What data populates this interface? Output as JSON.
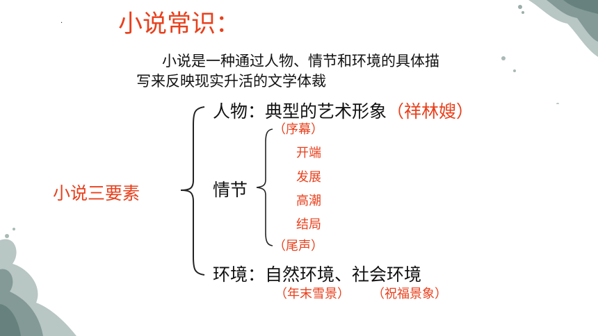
{
  "colors": {
    "accent": "#e8401c",
    "ink": "#6f8b86"
  },
  "title": "小说常识：",
  "bullet": "·",
  "definition": {
    "line1": "小说是一种通过人物、情节和环境的具体描",
    "line2": "写来反映现实升活的文学体裁"
  },
  "main_label": "小说三要素",
  "character": {
    "label": "人物：典型的艺术形象",
    "example": "（祥林嫂）"
  },
  "plot": {
    "label": "情节",
    "stages": [
      "（序幕）",
      "开端",
      "发展",
      "高潮",
      "结局",
      "（尾声）"
    ]
  },
  "environment": {
    "label": "环境：自然环境、社会环境",
    "examples": [
      "（年末雪景）",
      "（祝福景象）"
    ]
  }
}
